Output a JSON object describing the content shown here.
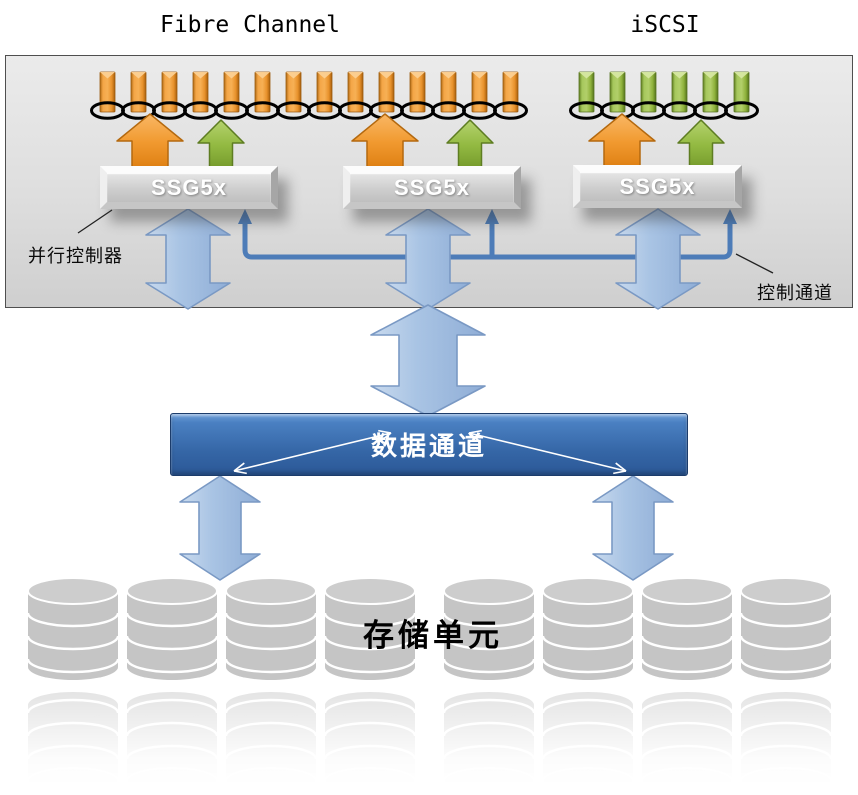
{
  "titles": {
    "fibre_channel": "Fibre Channel",
    "iscsi": "iSCSI"
  },
  "controllers": {
    "labels": [
      "SSG5x",
      "SSG5x",
      "SSG5x"
    ],
    "annotation": "并行控制器"
  },
  "channels": {
    "control_label": "控制通道",
    "data_label": "数据通道"
  },
  "storage": {
    "label": "存储单元",
    "cylinder_count": 8
  },
  "ports": {
    "fibre_channel": {
      "count": 14,
      "color": "#ef9934"
    },
    "iscsi": {
      "count": 6,
      "color": "#98bb46"
    }
  },
  "colors": {
    "control_line": "#4d7cb8",
    "arrow_blue_stroke": "#7a99c4",
    "cylinder_body": "#c5c5c5",
    "cylinder_top": "#cdcdcd",
    "ring": "#000000",
    "data_bar": "#3a6fb0",
    "annotation_line": "#222222"
  }
}
